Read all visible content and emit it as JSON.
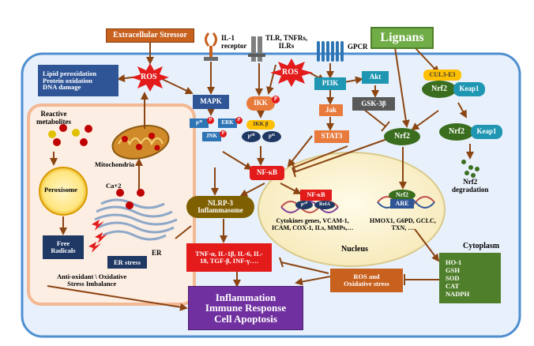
{
  "colors": {
    "cell_border": "#4f8fd0",
    "cytoplasm_fill": "#e8f1fb",
    "er_zone_border": "#f3b894",
    "er_zone_fill": "#fdeee3",
    "nucleus_fill": "#fbf3d1",
    "nucleus_border": "#d9c98b",
    "orange_box": "#c8601e",
    "blue_box": "#2f5597",
    "teal_box": "#1f96b2",
    "green_box": "#4f7f2a",
    "red_box": "#e31b1b",
    "purple_box": "#7030a0",
    "lignans_box": "#70ad47",
    "arrow": "#8b4513"
  },
  "labels": {
    "extracellular_stressor": "Extracellular Stressor",
    "il1_receptor": "IL-1\nreceptor",
    "tlr": "TLR, TNFRs,\nILRs",
    "gpcr": "GPCR",
    "lignans": "Lignans",
    "lipid": "Lipid peroxidation\nProtein oxidation\nDNA damage",
    "ros_left": "ROS",
    "ros_center": "ROS",
    "mapk": "MAPK",
    "ikk": "IKK",
    "pi3k": "PI3K",
    "akt": "Akt",
    "jak": "Jak",
    "gsk3b": "GSK-3β",
    "stat3": "STAT3",
    "cul3": "CUL3-E3",
    "nrf2_keap1": "Nrf2",
    "keap1": "Keap1",
    "nrf2_free": "Nrf2",
    "nrf2_keap1_2": "Nrf2",
    "keap1_2": "Keap1",
    "nrf2_deg": "Nrf2\ndegradation",
    "reactive_metabolites": "Reactive\nmetabolites",
    "mitochondria": "Mitochondria",
    "peroxisome": "Peroxisome",
    "ca": "Ca+2",
    "free_radicals": "Free\nRadicals",
    "er_stress": "ER stress",
    "er": "ER",
    "imbalance": "Anti-oxidant \\ Oxidative\nStress Imbalance",
    "p38": "p³⁸",
    "erk": "ERK",
    "jnk": "JNK",
    "ikkb": "IKK β",
    "p50": "p⁵⁰",
    "p65": "p⁶⁵",
    "nfkb_cyto": "NF-κB",
    "nlrp3": "NLRP-3\nInflammasome",
    "nfkb_nuc": "NF-κB",
    "p50_nuc": "p⁵⁰",
    "rela": "RelA",
    "cytokine_genes": "Cytokines genes, VCAM-1,\nICAM, COX-1, ILs, MMPs,…",
    "nrf2_nuc": "Nrf2",
    "are": "ARE",
    "hmox": "HMOX1, G6PD, GCLC,\nTXN, …",
    "nucleus": "Nucleus",
    "cytoplasm": "Cytoplasm",
    "tnf": "TNF-α, IL-1β, IL-6, IL-\n18, TGF-β, INF-γ….",
    "ros_oxidative": "ROS and\nOxidative stress",
    "antioxidants": "HO-1\nGSH\nSOD\nCAT\nNADPH",
    "outcome": "Inflammation\nImmune Response\nCell Apoptosis",
    "p_badge": "P"
  }
}
